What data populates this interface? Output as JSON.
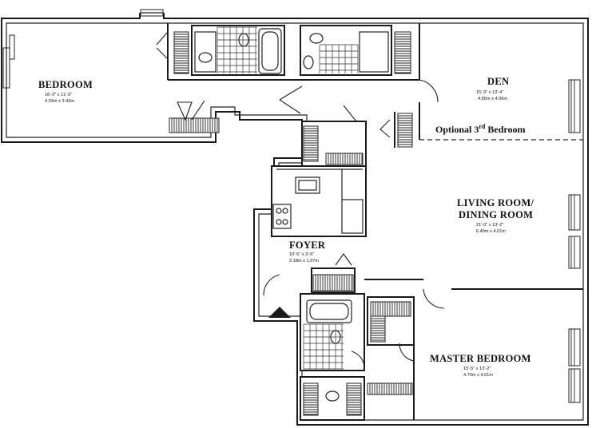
{
  "rooms": {
    "bedroom": {
      "name": "BEDROOM",
      "dim_ft": "16'-2\" x 11'-3\"",
      "dim_m": "4.93m x 3.43m"
    },
    "den": {
      "name": "DEN",
      "dim_ft": "15'-9\" x 13'-4\"",
      "dim_m": "4.80m x 4.06m"
    },
    "living": {
      "name_line1": "LIVING ROOM/",
      "name_line2": "DINING ROOM",
      "dim_ft": "21'-0\" x 13'-2\"",
      "dim_m": "6.40m x 4.01m"
    },
    "foyer": {
      "name": "FOYER",
      "dim_ft": "10'-5\" x 3'-6\"",
      "dim_m": "3.18m x 1.07m"
    },
    "master": {
      "name": "MASTER BEDROOM",
      "dim_ft": "15'-5\" x 13'-2\"",
      "dim_m": "4.70m x 4.01m"
    }
  },
  "optional": {
    "prefix": "Optional 3",
    "sup": "rd",
    "suffix": " Bedroom"
  }
}
